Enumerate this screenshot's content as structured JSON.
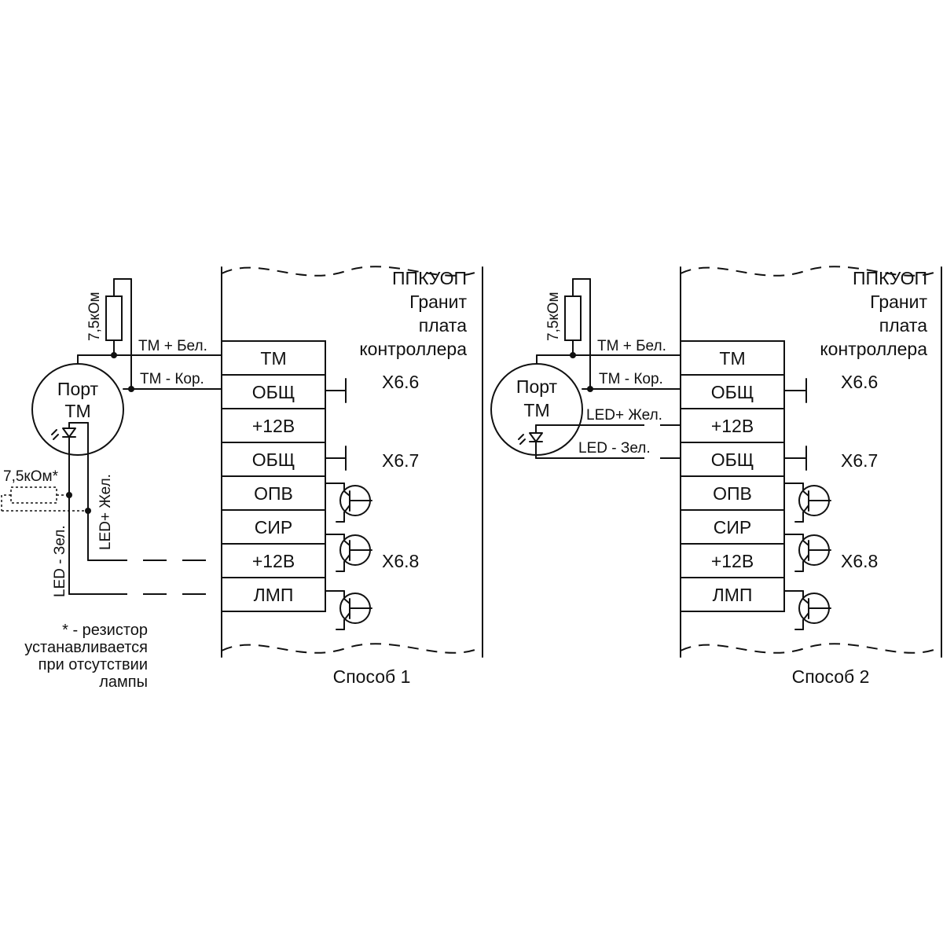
{
  "diagrams": [
    {
      "caption": "Способ 1",
      "device": [
        "ППКУОП",
        "Гранит",
        "плата",
        "контроллера"
      ],
      "terminals": [
        "ТМ",
        "ОБЩ",
        "+12В",
        "ОБЩ",
        "ОПВ",
        "СИР",
        "+12В",
        "ЛМП"
      ],
      "connectors": [
        "X6.6",
        "X6.7",
        "X6.8"
      ],
      "port": [
        "Порт",
        "ТМ"
      ],
      "resistor": "7,5кОм",
      "wires": [
        "ТМ + Бел.",
        "ТМ - Кор.",
        "LED+ Жел.",
        "LED - Зел."
      ],
      "opt_resistor": "7,5кОм*",
      "note": [
        "* - резистор",
        "устанавливается",
        "при отсутствии",
        "лампы"
      ]
    },
    {
      "caption": "Способ 2",
      "device": [
        "ППКУОП",
        "Гранит",
        "плата",
        "контроллера"
      ],
      "terminals": [
        "ТМ",
        "ОБЩ",
        "+12В",
        "ОБЩ",
        "ОПВ",
        "СИР",
        "+12В",
        "ЛМП"
      ],
      "connectors": [
        "X6.6",
        "X6.7",
        "X6.8"
      ],
      "port": [
        "Порт",
        "ТМ"
      ],
      "resistor": "7,5кОм",
      "wires": [
        "ТМ + Бел.",
        "ТМ - Кор.",
        "LED+ Жел.",
        "LED - Зел."
      ]
    }
  ]
}
